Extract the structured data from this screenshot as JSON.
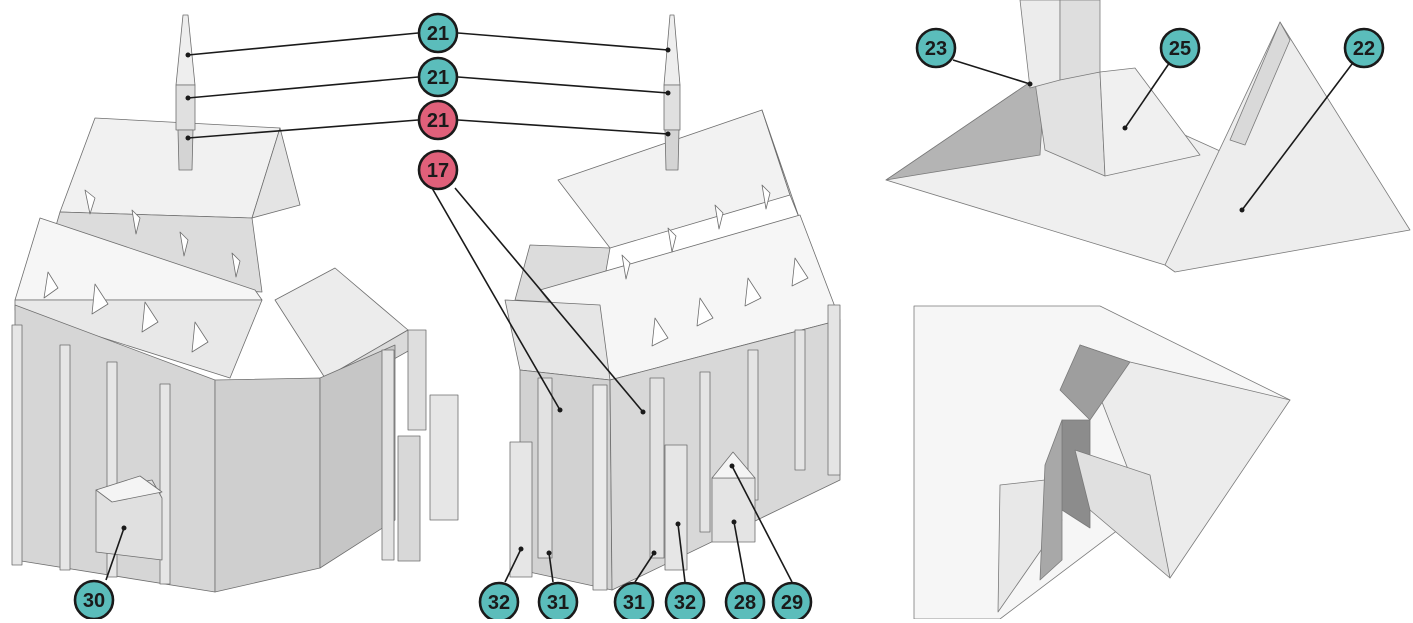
{
  "colors": {
    "teal": "#5bbdbb",
    "pink": "#e0607a",
    "outline": "#1a1a1a",
    "wall": "#d6d6d6",
    "wall_dark": "#bdbdbd",
    "wall_shadow": "#9f9f9f",
    "roof": "#ececec",
    "roof_light": "#f6f6f6",
    "paper": "#f2f2f2",
    "paper_shade": "#a9a9a9"
  },
  "callouts": [
    {
      "id": "c21a",
      "label": "21",
      "variant": "teal"
    },
    {
      "id": "c21b",
      "label": "21",
      "variant": "teal"
    },
    {
      "id": "c21c",
      "label": "21",
      "variant": "pink"
    },
    {
      "id": "c17",
      "label": "17",
      "variant": "pink"
    },
    {
      "id": "c23",
      "label": "23",
      "variant": "teal"
    },
    {
      "id": "c25",
      "label": "25",
      "variant": "teal"
    },
    {
      "id": "c22",
      "label": "22",
      "variant": "teal"
    },
    {
      "id": "c30",
      "label": "30",
      "variant": "teal"
    },
    {
      "id": "c32a",
      "label": "32",
      "variant": "teal"
    },
    {
      "id": "c31a",
      "label": "31",
      "variant": "teal"
    },
    {
      "id": "c31b",
      "label": "31",
      "variant": "teal"
    },
    {
      "id": "c32b",
      "label": "32",
      "variant": "teal"
    },
    {
      "id": "c28",
      "label": "28",
      "variant": "teal"
    },
    {
      "id": "c29",
      "label": "29",
      "variant": "teal"
    }
  ]
}
